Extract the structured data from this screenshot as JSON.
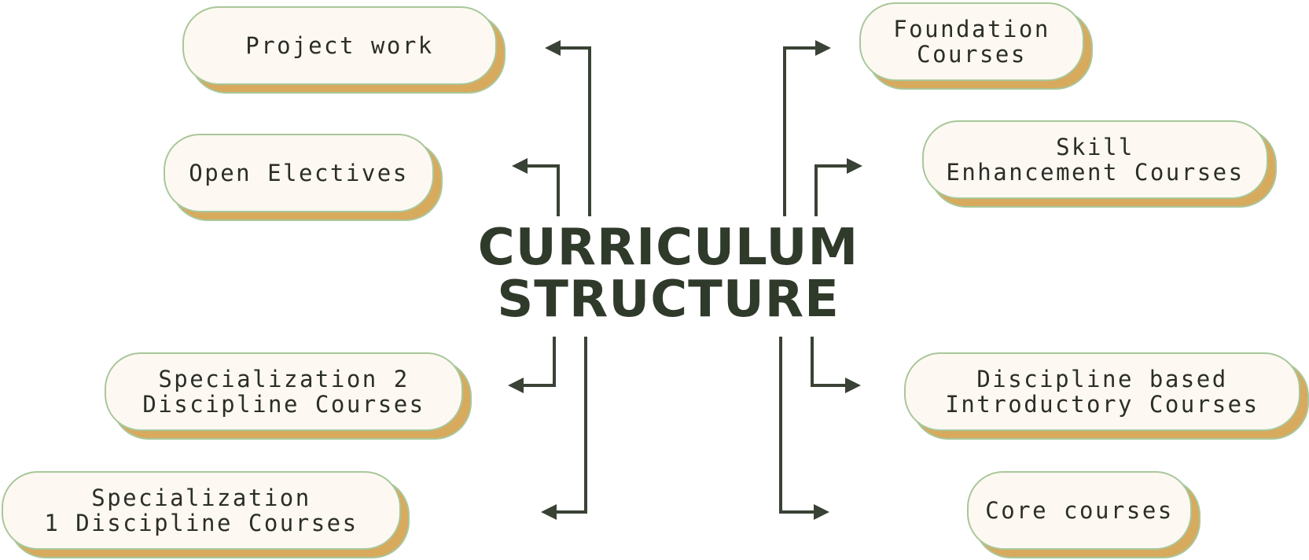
{
  "title": {
    "line1": "CURRICULUM",
    "line2": "STRUCTURE"
  },
  "left_items": [
    {
      "label": "Project work"
    },
    {
      "label": "Open Electives"
    },
    {
      "label": "Specialization 2\nDiscipline Courses"
    },
    {
      "label": "Specialization\n1 Discipline Courses"
    }
  ],
  "right_items": [
    {
      "label": "Foundation\nCourses"
    },
    {
      "label": "Skill\nEnhancement Courses"
    },
    {
      "label": "Discipline based\nIntroductory Courses"
    },
    {
      "label": "Core courses"
    }
  ],
  "colors": {
    "pill_fill": "#fdf8f2",
    "pill_border": "#a9c79a",
    "pill_shadow": "#d7aa5e",
    "connector": "#3a4236",
    "title": "#2f3a2b"
  }
}
